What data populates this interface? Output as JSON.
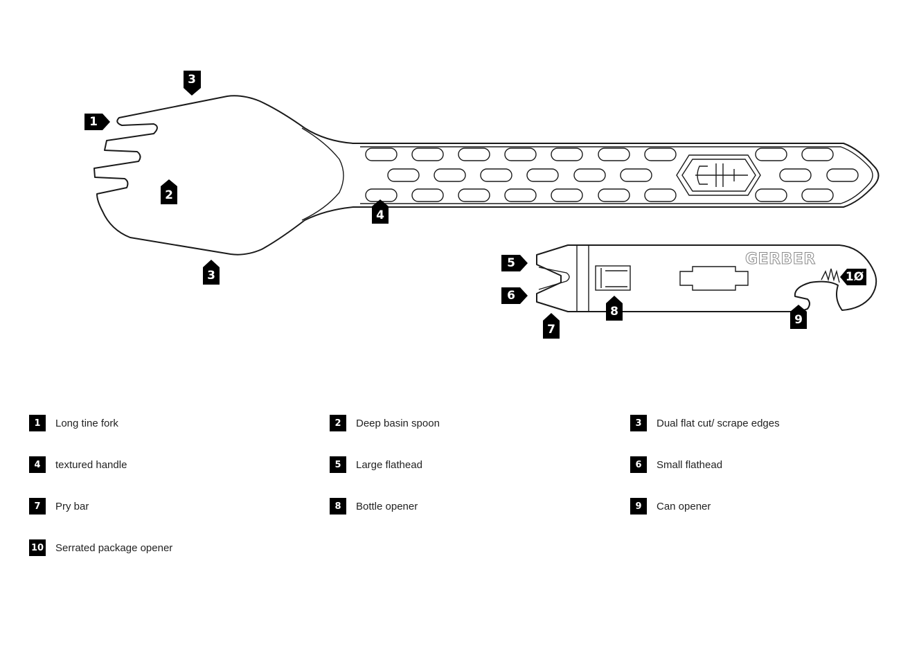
{
  "diagram": {
    "brand_text": "GERBER",
    "callouts": [
      {
        "id": "callout-1",
        "label": "1"
      },
      {
        "id": "callout-2",
        "label": "2"
      },
      {
        "id": "callout-3-top",
        "label": "3"
      },
      {
        "id": "callout-3-bottom",
        "label": "3"
      },
      {
        "id": "callout-4",
        "label": "4"
      },
      {
        "id": "callout-5",
        "label": "5"
      },
      {
        "id": "callout-6",
        "label": "6"
      },
      {
        "id": "callout-7",
        "label": "7"
      },
      {
        "id": "callout-8",
        "label": "8"
      },
      {
        "id": "callout-9",
        "label": "9"
      },
      {
        "id": "callout-10",
        "label": "1Ø"
      }
    ]
  },
  "legend": [
    {
      "number": "1",
      "label": "Long tine fork"
    },
    {
      "number": "2",
      "label": "Deep basin spoon"
    },
    {
      "number": "3",
      "label": "Dual flat cut/ scrape edges"
    },
    {
      "number": "4",
      "label": "textured handle"
    },
    {
      "number": "5",
      "label": "Large flathead"
    },
    {
      "number": "6",
      "label": "Small flathead"
    },
    {
      "number": "7",
      "label": "Pry bar"
    },
    {
      "number": "8",
      "label": "Bottle opener"
    },
    {
      "number": "9",
      "label": "Can opener"
    },
    {
      "number": "10",
      "label": "Serrated package opener"
    }
  ]
}
